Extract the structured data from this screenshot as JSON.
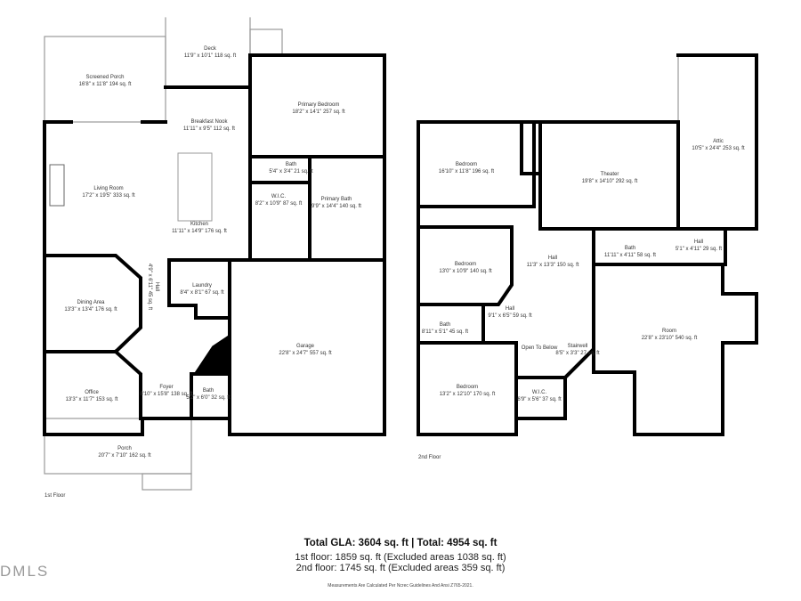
{
  "first_floor": {
    "label": "1st Floor",
    "rooms": [
      {
        "name": "Deck",
        "dims": "11'9\" x 10'1\" 118 sq. ft"
      },
      {
        "name": "Screened Porch",
        "dims": "16'8\" x 11'8\" 194 sq. ft"
      },
      {
        "name": "Primary Bedroom",
        "dims": "18'2\" x 14'1\" 257 sq. ft"
      },
      {
        "name": "Breakfast Nook",
        "dims": "11'11\" x 9'5\" 112 sq. ft"
      },
      {
        "name": "Bath",
        "dims": "5'4\" x 3'4\" 21 sq. ft"
      },
      {
        "name": "W.I.C.",
        "dims": "8'2\" x 10'9\" 87 sq. ft"
      },
      {
        "name": "Living Room",
        "dims": "17'2\" x 19'5\" 333 sq. ft"
      },
      {
        "name": "Primary Bath",
        "dims": "9'9\" x 14'4\" 140 sq. ft"
      },
      {
        "name": "Kitchen",
        "dims": "11'11\" x 14'9\" 176 sq. ft"
      },
      {
        "name": "Hall",
        "dims": "4'9\" x 6'11\" 45 sq. ft"
      },
      {
        "name": "Laundry",
        "dims": "8'4\" x 8'1\" 67 sq. ft"
      },
      {
        "name": "Dining Area",
        "dims": "13'3\" x 13'4\" 176 sq. ft"
      },
      {
        "name": "Garage",
        "dims": "22'8\" x 24'7\" 557 sq. ft"
      },
      {
        "name": "Foyer",
        "dims": "8'10\" x 15'8\" 138 sq. ft"
      },
      {
        "name": "Bath",
        "dims": "5'2\" x 6'0\" 32 sq. ft"
      },
      {
        "name": "Office",
        "dims": "13'3\" x 11'7\" 153 sq. ft"
      },
      {
        "name": "Porch",
        "dims": "20'7\" x 7'10\" 162 sq. ft"
      }
    ]
  },
  "second_floor": {
    "label": "2nd Floor",
    "rooms": [
      {
        "name": "Attic",
        "dims": "10'5\" x 24'4\" 253 sq. ft"
      },
      {
        "name": "Bedroom",
        "dims": "16'10\" x 11'8\" 196 sq. ft"
      },
      {
        "name": "Theater",
        "dims": "19'8\" x 14'10\" 292 sq. ft"
      },
      {
        "name": "Hall",
        "dims": "5'1\" x 4'11\" 29 sq. ft"
      },
      {
        "name": "Bath",
        "dims": "11'11\" x 4'11\" 58 sq. ft"
      },
      {
        "name": "Hall",
        "dims": "11'3\" x 13'3\" 150 sq. ft"
      },
      {
        "name": "Bedroom",
        "dims": "13'0\" x 10'9\" 140 sq. ft"
      },
      {
        "name": "Hall",
        "dims": "9'1\" x 6'5\" 59 sq. ft"
      },
      {
        "name": "Bath",
        "dims": "8'11\" x 5'1\" 45 sq. ft"
      },
      {
        "name": "Open To Below",
        "dims": ""
      },
      {
        "name": "Stairwell",
        "dims": "8'5\" x 3'3\" 27 sq. ft"
      },
      {
        "name": "Room",
        "dims": "22'8\" x 23'10\" 540 sq. ft"
      },
      {
        "name": "Bedroom",
        "dims": "13'2\" x 12'10\" 170 sq. ft"
      },
      {
        "name": "W.I.C.",
        "dims": "6'9\" x 5'6\" 37 sq. ft"
      }
    ]
  },
  "summary": {
    "total": "Total GLA: 3604 sq. ft | Total: 4954 sq. ft",
    "first": "1st floor: 1859 sq. ft (Excluded areas 1038 sq. ft)",
    "second": "2nd floor: 1745 sq. ft (Excluded areas 359 sq. ft)",
    "note": "Measurements Are Calculated Per Ncrec Guidelines And Ansi Z765-2021."
  },
  "logo": "DMLS",
  "colors": {
    "wall": "#000000",
    "thin": "#888888",
    "background": "#ffffff"
  }
}
